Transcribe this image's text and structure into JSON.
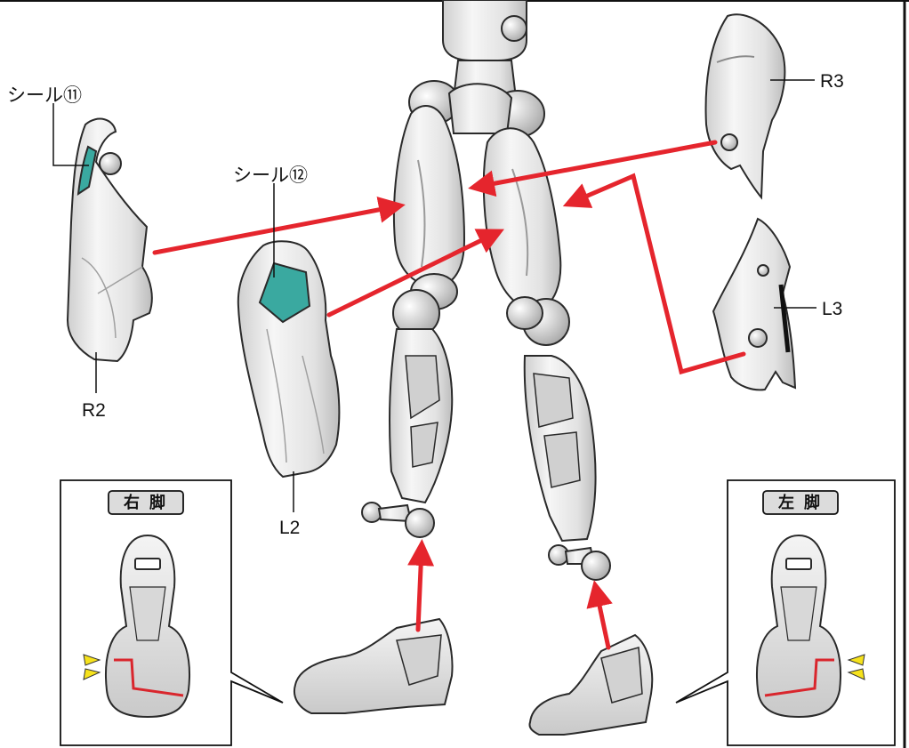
{
  "labels": {
    "seal_11": "シール⑪",
    "seal_12": "シール⑫",
    "r2": "R2",
    "l2": "L2",
    "r3": "R3",
    "l3": "L3"
  },
  "insets": {
    "right_leg": "右 脚",
    "left_leg": "左 脚"
  },
  "colors": {
    "arrow": "#e5252d",
    "seal": "#3aa9a0",
    "part_fill": "#e9e9e9",
    "part_stroke": "#2a2a2a",
    "highlight_line": "#d9262d",
    "pointer": "#f6e21c"
  }
}
